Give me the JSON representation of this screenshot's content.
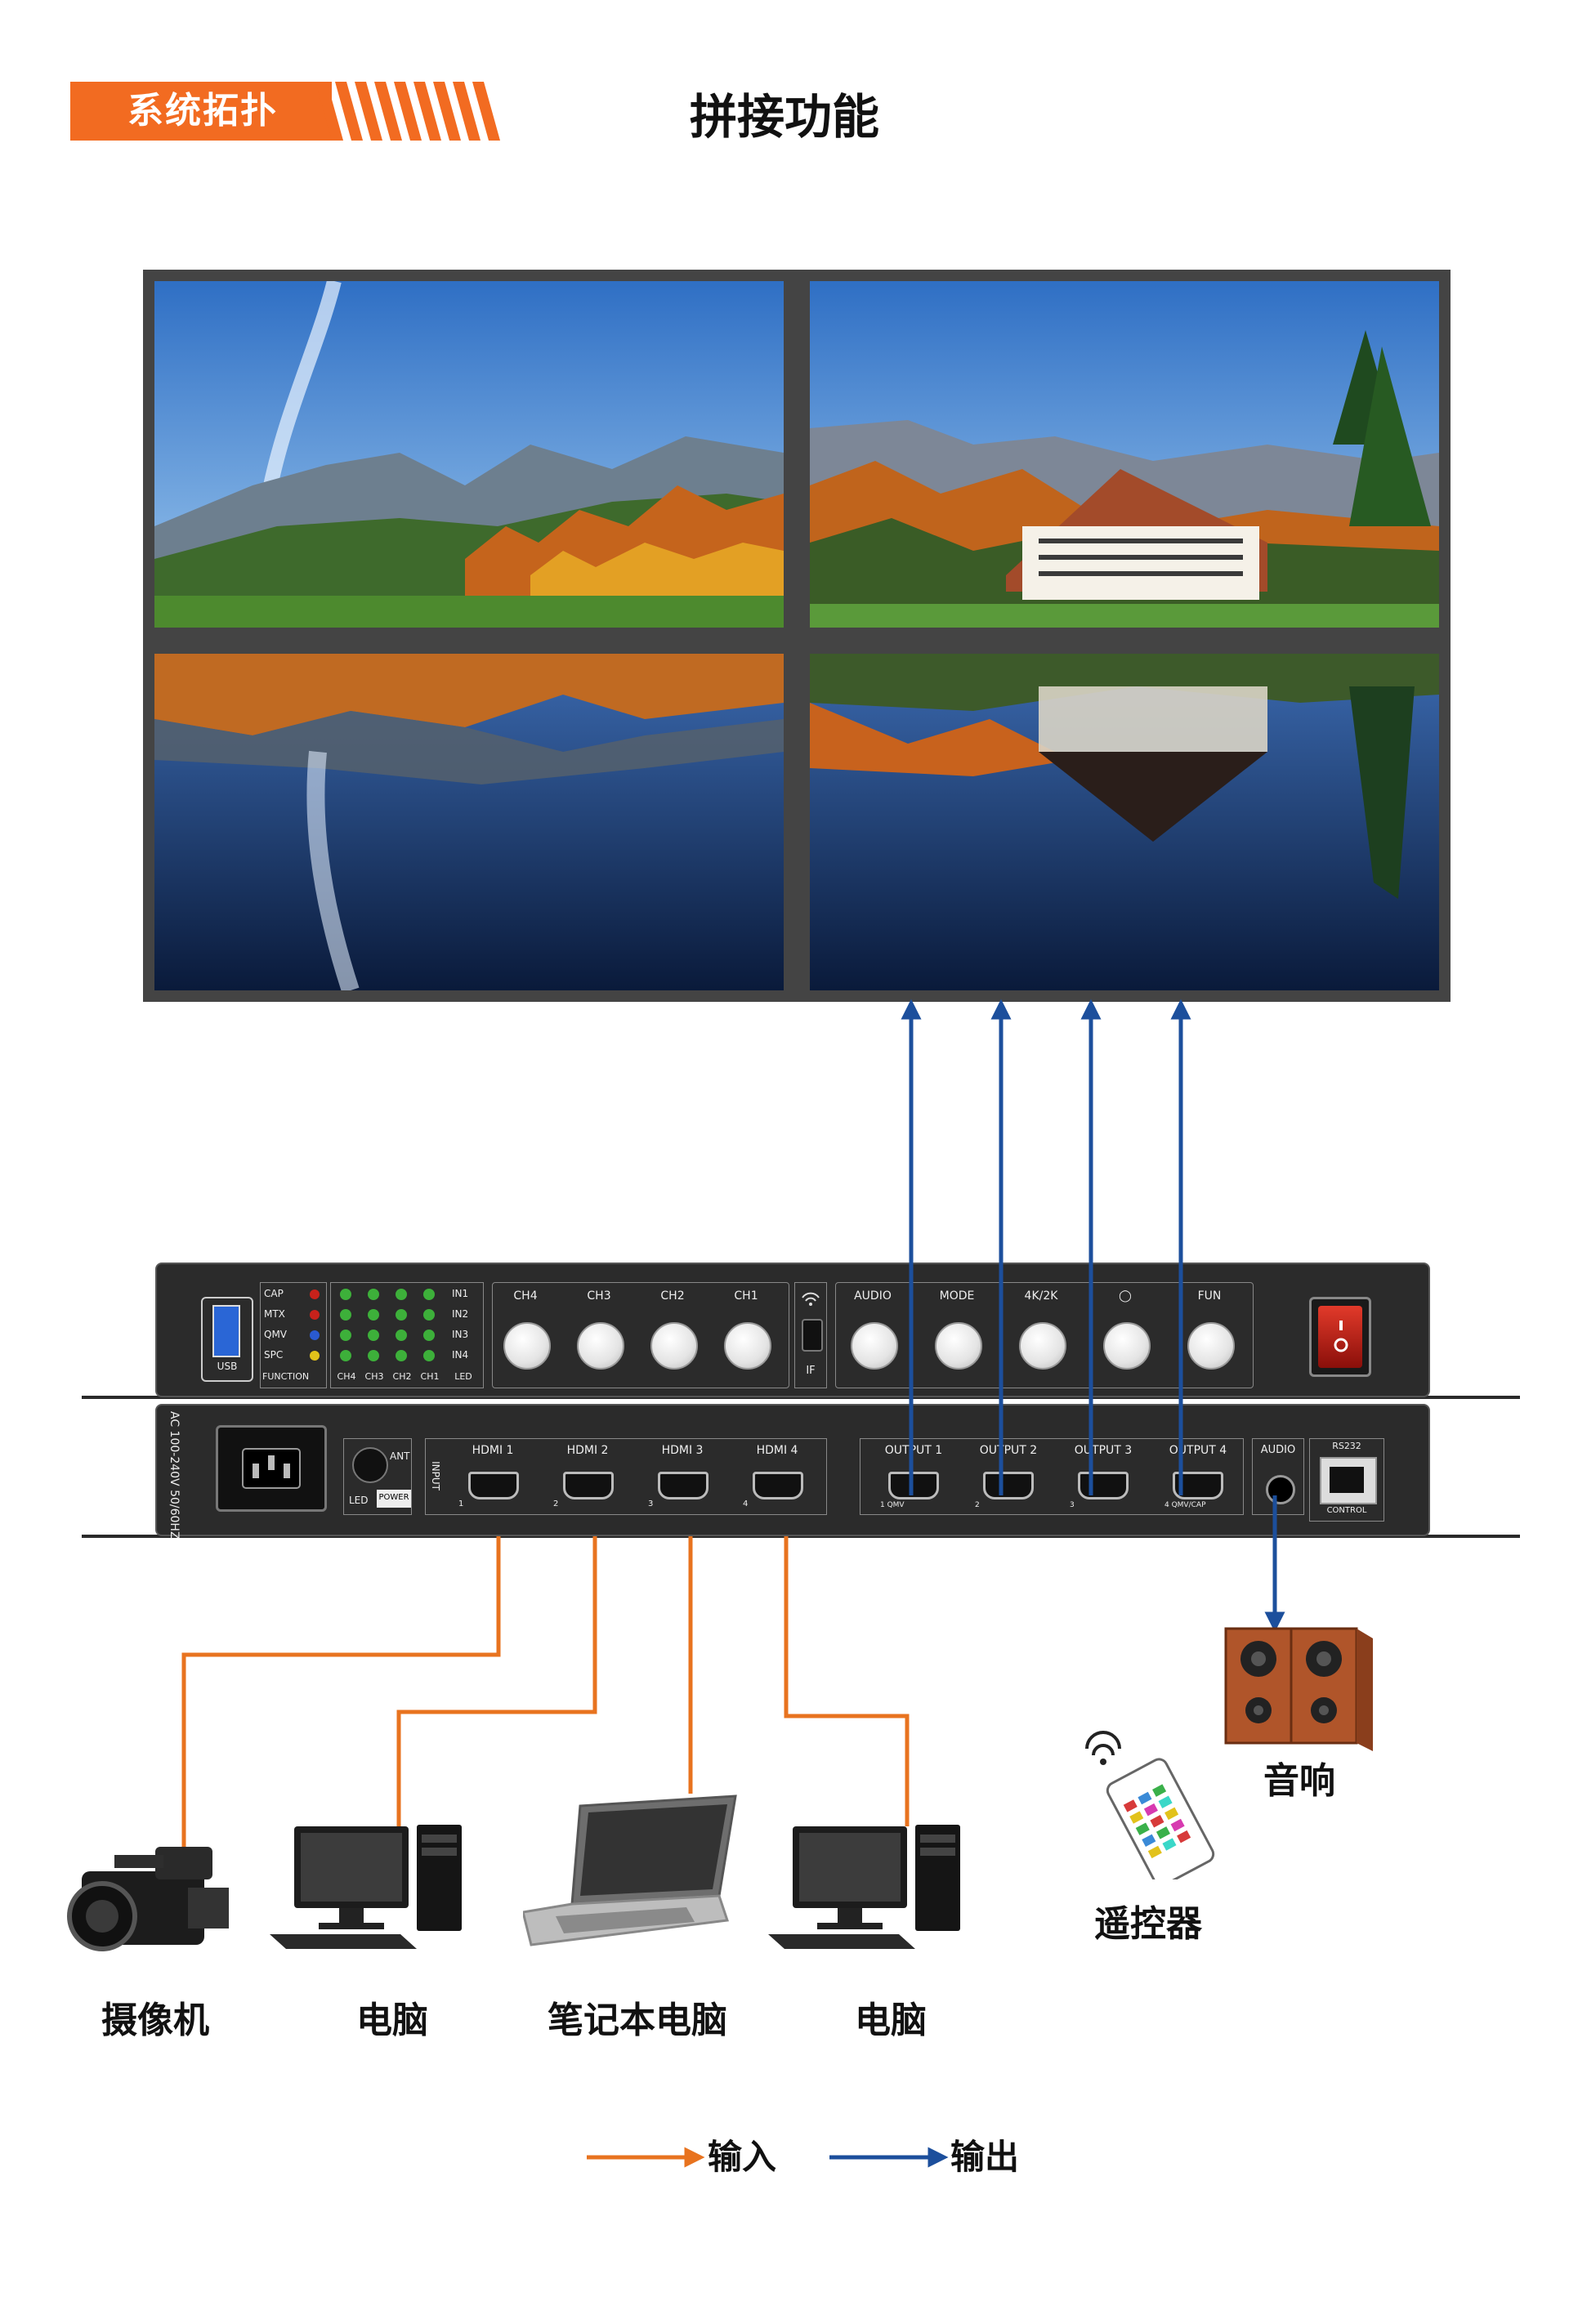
{
  "header": {
    "section_tag": "系统拓扑",
    "title": "拼接功能"
  },
  "device": {
    "front": {
      "usb_label": "USB",
      "function_rows": [
        "CAP",
        "MTX",
        "QMV",
        "SPC"
      ],
      "function_label": "FUNCTION",
      "led_columns": [
        "CH4",
        "CH3",
        "CH2",
        "CH1",
        "LED"
      ],
      "input_rows": [
        "IN1",
        "IN2",
        "IN3",
        "IN4"
      ],
      "channel_buttons": [
        "CH4",
        "CH3",
        "CH2",
        "CH1"
      ],
      "ir_label": "IF",
      "control_buttons": [
        "AUDIO",
        "MODE",
        "4K/2K",
        "◯",
        "FUN"
      ]
    },
    "back": {
      "power_spec": "AC 100-240V 50/60HZ",
      "ant_label": "ANT",
      "led_label": "LED",
      "power_label": "POWER",
      "input_label": "INPUT",
      "hdmi_inputs": [
        "HDMI 1",
        "HDMI 2",
        "HDMI 3",
        "HDMI 4"
      ],
      "hdmi_input_numbers": [
        "1",
        "2",
        "3",
        "4"
      ],
      "outputs": [
        "OUTPUT 1",
        "OUTPUT 2",
        "OUTPUT 3",
        "OUTPUT 4"
      ],
      "output_subs": [
        "1 QMV",
        "2",
        "3",
        "4 QMV/CAP"
      ],
      "audio_label": "AUDIO",
      "rs232_label": "RS232",
      "control_label": "CONTROL"
    }
  },
  "sources": [
    {
      "label": "摄像机",
      "icon": "camcorder-icon"
    },
    {
      "label": "电脑",
      "icon": "desktop-computer-icon"
    },
    {
      "label": "笔记本电脑",
      "icon": "laptop-icon"
    },
    {
      "label": "电脑",
      "icon": "desktop-computer-icon"
    }
  ],
  "peripherals": {
    "remote": "遥控器",
    "speaker": "音响"
  },
  "legend": {
    "input": "输入",
    "output": "输出"
  },
  "colors": {
    "accent": "#f26b21",
    "input_line": "#e8731f",
    "output_line": "#1c4f9c"
  }
}
